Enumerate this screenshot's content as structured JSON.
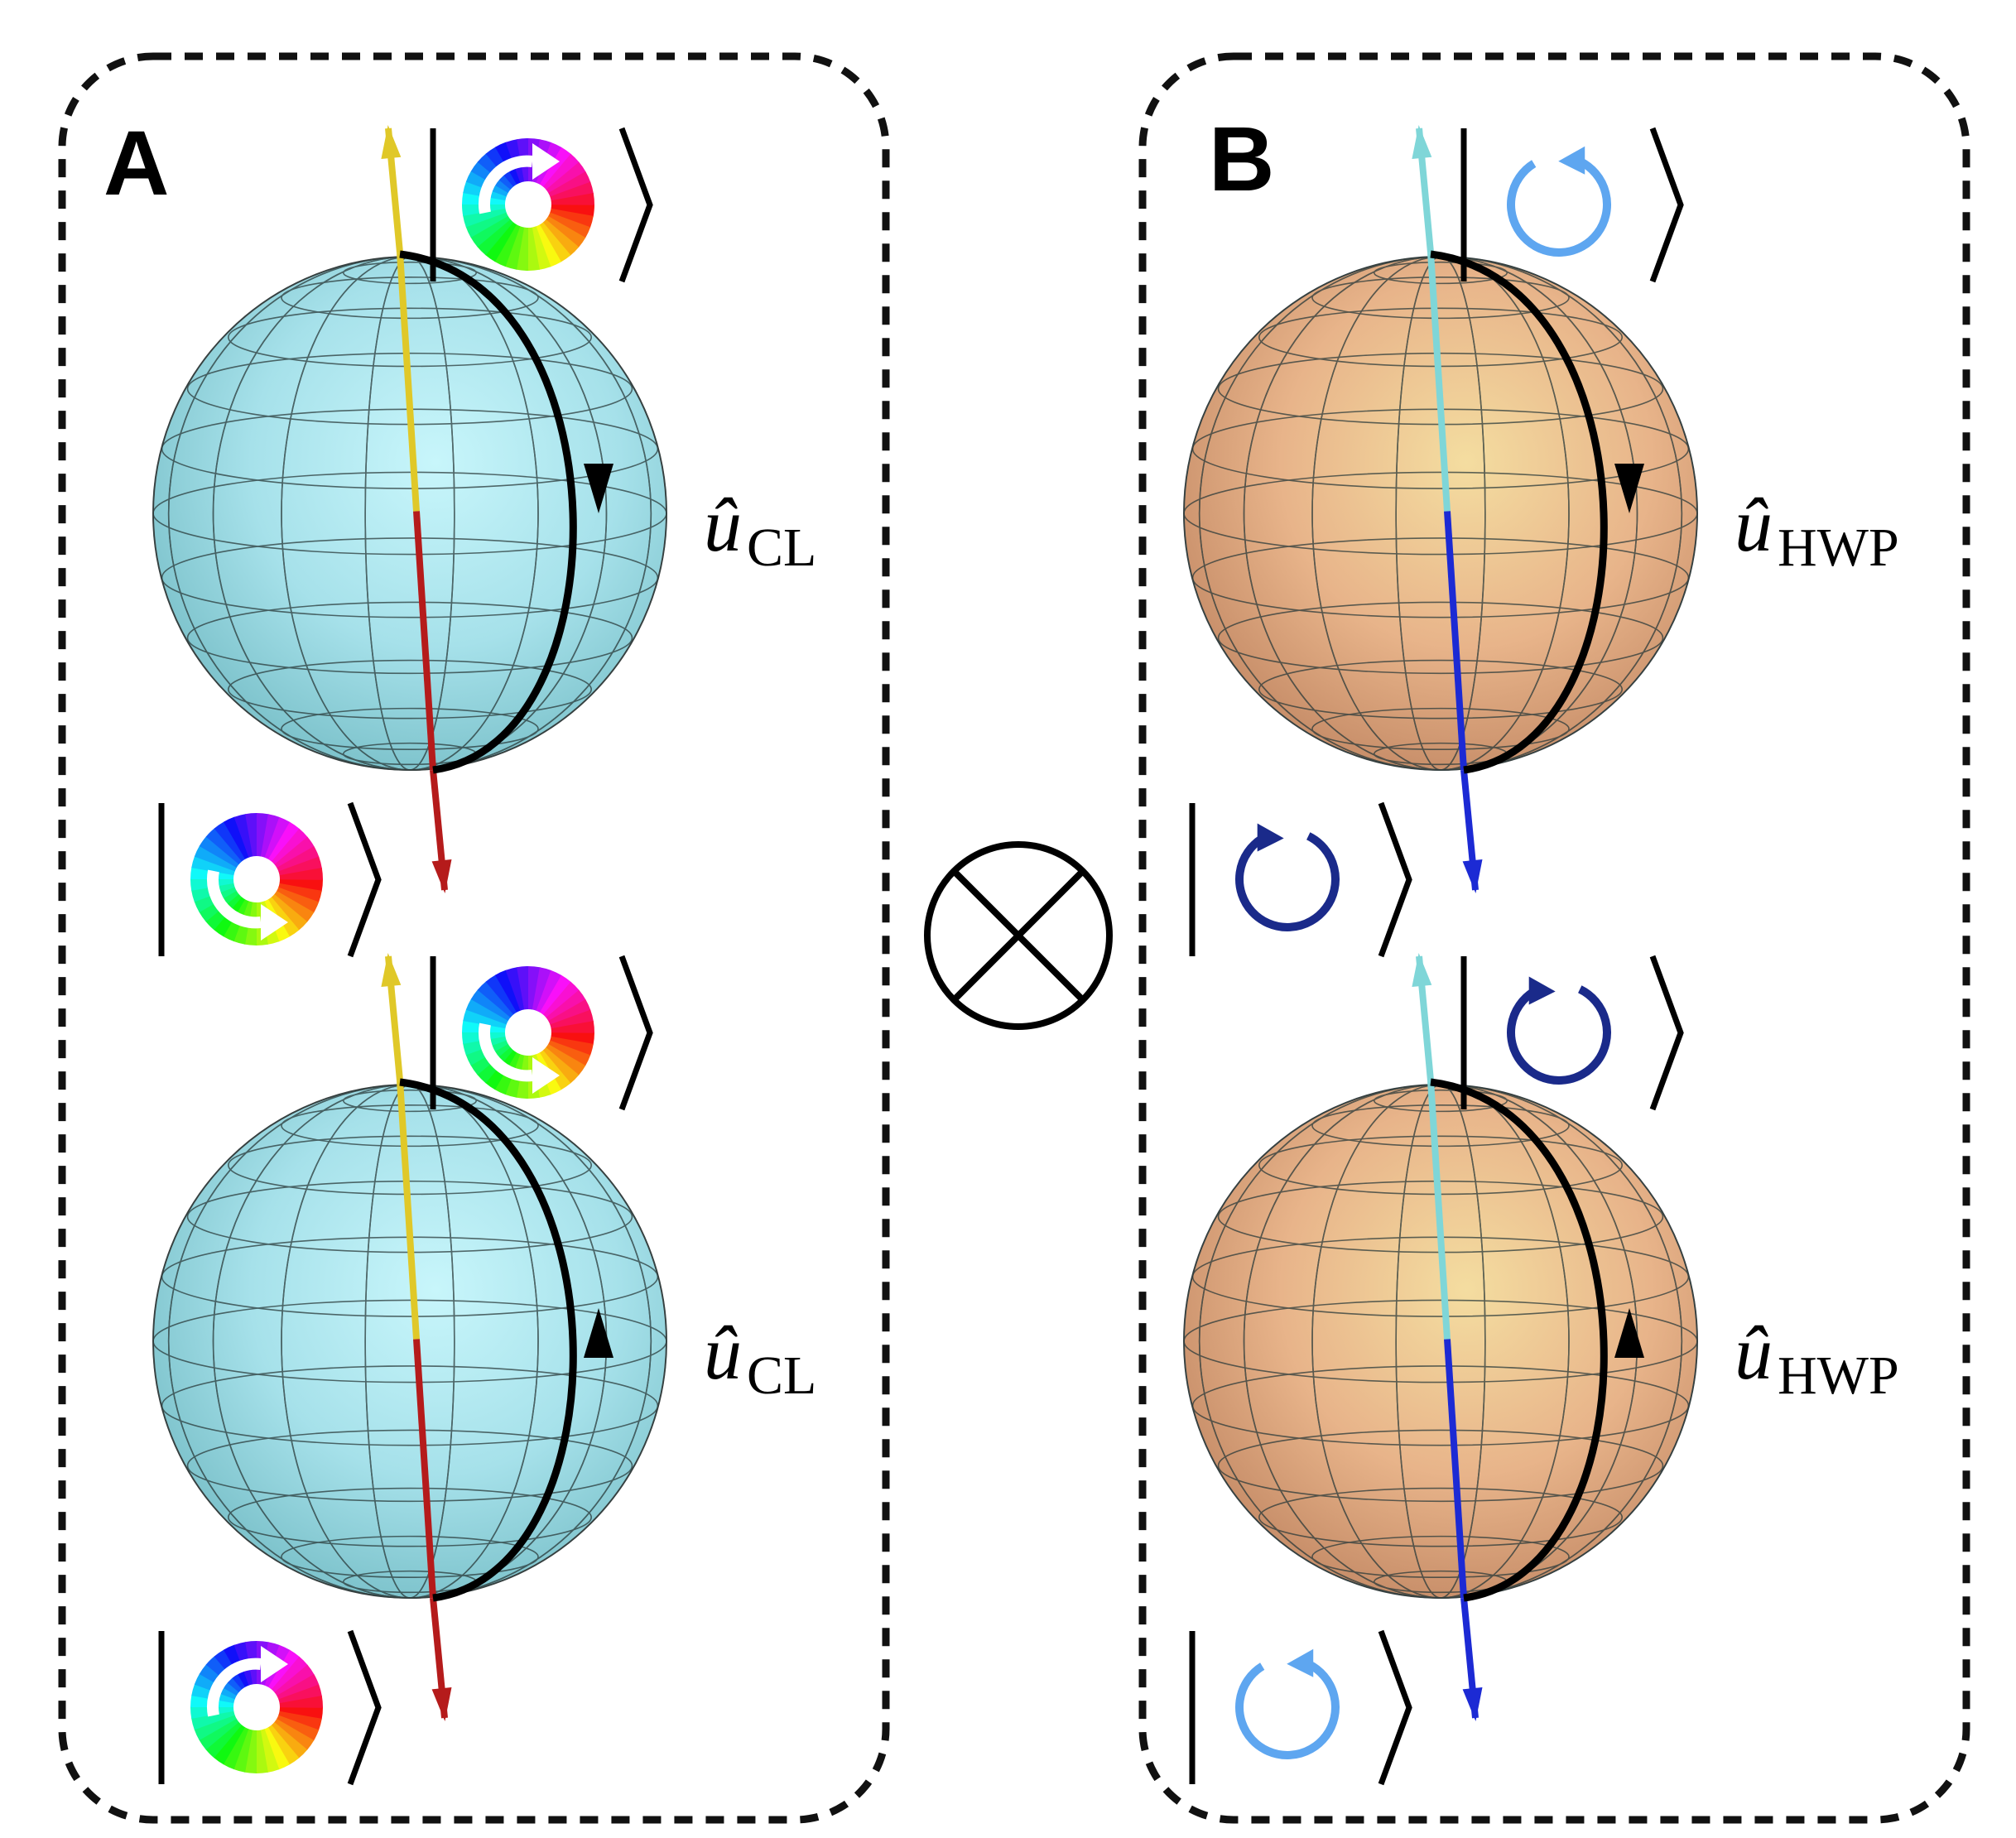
{
  "panels": [
    {
      "label": "A",
      "color_scheme": "cyan",
      "sphere_colors": {
        "light": "#c8f6fb",
        "mid": "#a6e1ea",
        "dark": "#7fc4cd"
      },
      "axis_up_color": "#e0c828",
      "axis_down_color": "#b51b1b",
      "spheres": [
        {
          "axis_label": "û",
          "axis_subscript": "CL",
          "arc_direction": "down",
          "top_state": {
            "icon": "oam-donut-icon",
            "rotation": "cw"
          },
          "bottom_state": {
            "icon": "oam-donut-icon",
            "rotation": "ccw"
          }
        },
        {
          "axis_label": "û",
          "axis_subscript": "CL",
          "arc_direction": "up",
          "top_state": {
            "icon": "oam-donut-icon",
            "rotation": "ccw"
          },
          "bottom_state": {
            "icon": "oam-donut-icon",
            "rotation": "cw"
          }
        }
      ]
    },
    {
      "label": "B",
      "color_scheme": "orange",
      "sphere_colors": {
        "light": "#f4dda0",
        "mid": "#e8b48a",
        "dark": "#c9906b"
      },
      "axis_up_color": "#7fd6d8",
      "axis_down_color": "#1c2ad4",
      "spheres": [
        {
          "axis_label": "û",
          "axis_subscript": "HWP",
          "arc_direction": "down",
          "top_state": {
            "icon": "circular-arrow-icon",
            "color": "#5ea6f0",
            "rotation": "cw"
          },
          "bottom_state": {
            "icon": "circular-arrow-icon",
            "color": "#1a2a8a",
            "rotation": "ccw"
          }
        },
        {
          "axis_label": "û",
          "axis_subscript": "HWP",
          "arc_direction": "up",
          "top_state": {
            "icon": "circular-arrow-icon",
            "color": "#1a2a8a",
            "rotation": "ccw"
          },
          "bottom_state": {
            "icon": "circular-arrow-icon",
            "color": "#5ea6f0",
            "rotation": "cw"
          }
        }
      ]
    }
  ],
  "operator": {
    "icon": "tensor-product-icon"
  }
}
